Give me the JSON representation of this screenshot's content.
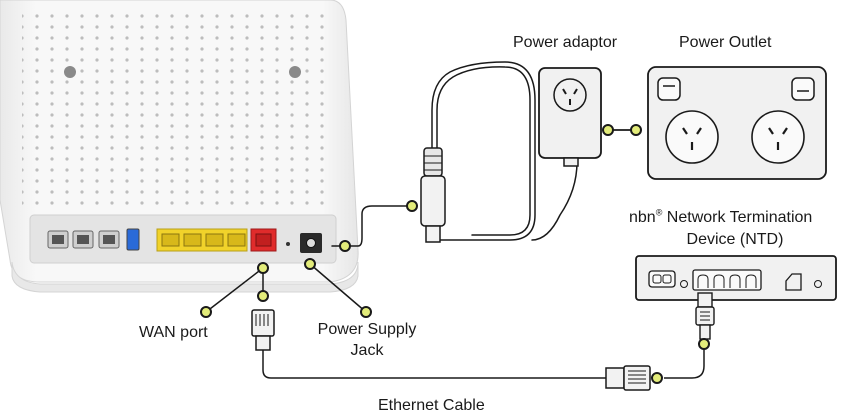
{
  "labels": {
    "power_adaptor": "Power adaptor",
    "power_outlet": "Power Outlet",
    "ntd_brand": "nbn",
    "ntd_sup": "®",
    "ntd_line1_rest": " Network Termination",
    "ntd_line2": "Device (NTD)",
    "wan_port": "WAN port",
    "power_supply_line1": "Power Supply",
    "power_supply_line2": "Jack",
    "ethernet_cable": "Ethernet Cable"
  },
  "colors": {
    "router_body": "#f6f6f6",
    "router_outline": "#d9d9d9",
    "vent_dots": "#bdbdbd",
    "port_panel": "#e7e7e7",
    "lan_ports": "#f1d22a",
    "wan_port": "#e02b2b",
    "callout_dot": "#e3ec7a",
    "line": "#1a1a1a",
    "device_fill": "#f1f1f1"
  }
}
